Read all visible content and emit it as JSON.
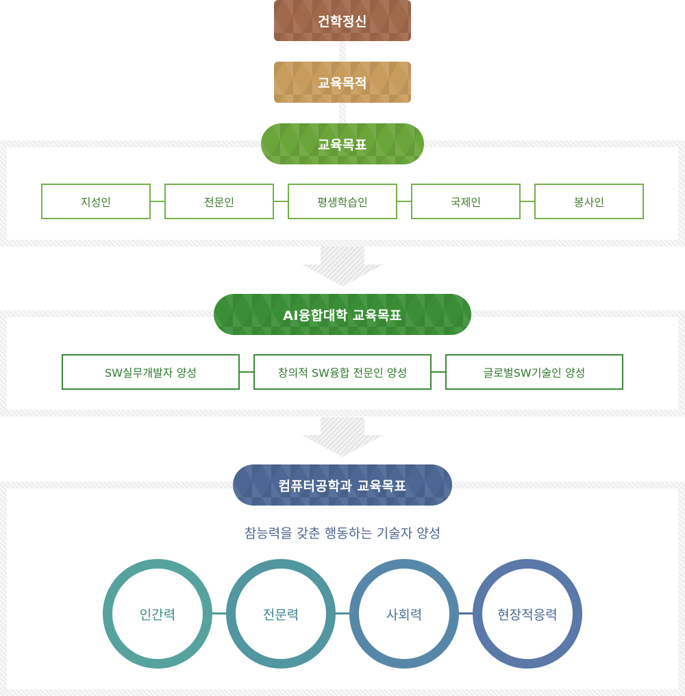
{
  "top": {
    "founding": "건학정신",
    "purpose": "교육목적"
  },
  "university_goals": {
    "title": "교육목표",
    "items": [
      "지성인",
      "전문인",
      "평생학습인",
      "국제인",
      "봉사인"
    ]
  },
  "college_goals": {
    "title": "AI융합대학 교육목표",
    "items": [
      "SW실무개발자 양성",
      "창의적 SW융합 전문인 양성",
      "글로벌SW기술인 양성"
    ]
  },
  "department_goals": {
    "title": "컴퓨터공학과 교육목표",
    "subtitle": "참능력을 갖춘 행동하는 기술자 양성",
    "items": [
      "인간력",
      "전문력",
      "사회력",
      "현장적응력"
    ]
  },
  "colors": {
    "founding": "#a0694c",
    "purpose": "#c89c5c",
    "university": "#6aa53a",
    "college": "#3a8f36",
    "department": "#4c6793"
  }
}
